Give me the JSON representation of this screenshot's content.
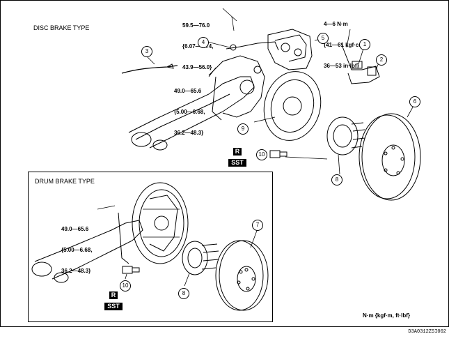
{
  "sections": {
    "disc_title": "DISC BRAKE TYPE",
    "drum_title": "DRUM BRAKE TYPE"
  },
  "torques": {
    "caliper_bolt": [
      "59.5—76.0",
      "{6.07—7.74,",
      "43.9—56.0}"
    ],
    "sensor_bolt": [
      "4—6 N·m",
      "{41—61 kgf·cm,",
      "36—53 in·lbf}"
    ],
    "disc_arm_bolt": [
      "49.0—65.6",
      "{5.00—6.68,",
      "36.2—48.3}"
    ],
    "drum_arm_bolt": [
      "49.0—65.6",
      "{5.00—6.68,",
      "36.2—48.3}"
    ]
  },
  "callouts": {
    "c1": "1",
    "c2": "2",
    "c3": "3",
    "c4": "4",
    "c5": "5",
    "c6": "6",
    "c7": "7",
    "c8a": "8",
    "c8b": "8",
    "c9": "9",
    "c10a": "10",
    "c10b": "10"
  },
  "badges": {
    "r": "R",
    "sst": "SST"
  },
  "units": "N·m {kgf·m, ft·lbf}",
  "figure_code": "D3A0312ZSI002"
}
